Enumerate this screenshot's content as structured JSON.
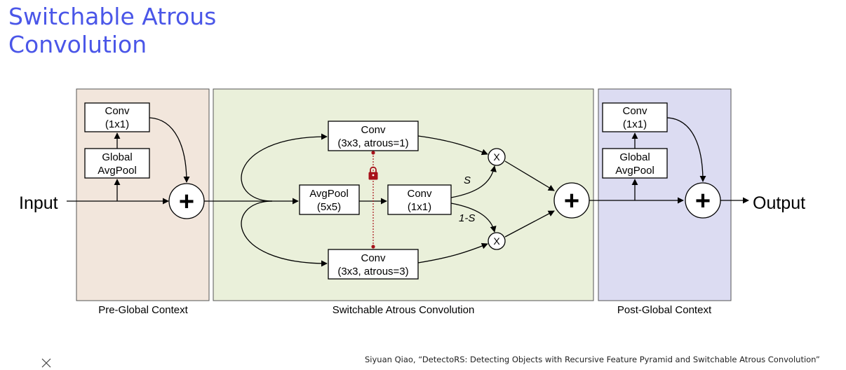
{
  "title": {
    "line1": "Switchable Atrous",
    "line2": "Convolution"
  },
  "diagram": {
    "input_label": "Input",
    "output_label": "Output",
    "pre": {
      "conv_l1": "Conv",
      "conv_l2": "(1x1)",
      "pool_l1": "Global",
      "pool_l2": "AvgPool",
      "caption": "Pre-Global Context"
    },
    "sac": {
      "conv_top_l1": "Conv",
      "conv_top_l2": "(3x3, atrous=1)",
      "avgpool_l1": "AvgPool",
      "avgpool_l2": "(5x5)",
      "conv_mid_l1": "Conv",
      "conv_mid_l2": "(1x1)",
      "conv_bot_l1": "Conv",
      "conv_bot_l2": "(3x3, atrous=3)",
      "s_label": "S",
      "one_minus_s_label": "1-S",
      "mult_symbol": "X",
      "caption": "Switchable Atrous Convolution"
    },
    "post": {
      "conv_l1": "Conv",
      "conv_l2": "(1x1)",
      "pool_l1": "Global",
      "pool_l2": "AvgPool",
      "caption": "Post-Global Context"
    },
    "plus_symbol": "+",
    "colors": {
      "pre_bg": "#f2e6dc",
      "sac_bg": "#eaf0da",
      "post_bg": "#dcdcf2",
      "lock": "#a8121a",
      "title": "#4a56e8"
    },
    "icons": {
      "lock": "lock-icon"
    }
  },
  "citation": "Siyuan Qiao, “DetectoRS: Detecting Objects with Recursive Feature Pyramid and Switchable Atrous Convolution”"
}
